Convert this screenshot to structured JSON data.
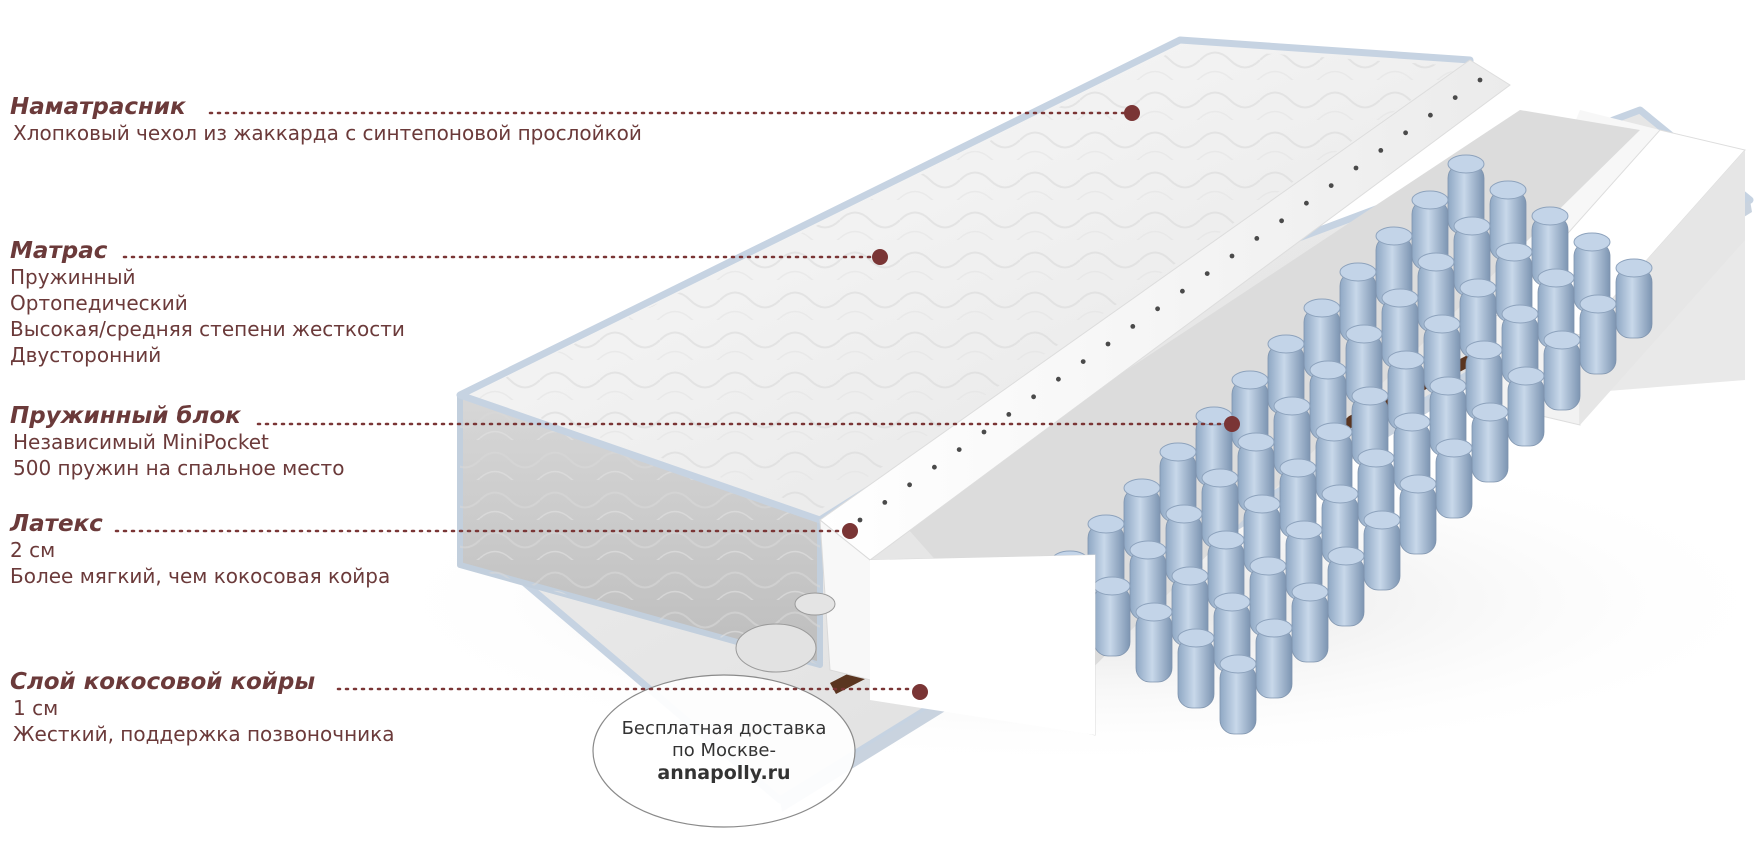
{
  "colors": {
    "label_text": "#6b3a3a",
    "leader_dot": "#7a3535",
    "spring_blue": "#aec4dc",
    "foam_white": "#f6f6f6",
    "coir_brown": "#5a3520"
  },
  "layers": [
    {
      "title": "Наматрасник",
      "lines": [
        "Хлопковый чехол из жаккарда с синтепоновой прослойкой"
      ]
    },
    {
      "title": "Матрас",
      "lines": [
        "Пружинный",
        "Ортопедический",
        "Высокая/средняя степени жесткости",
        "Двусторонний"
      ]
    },
    {
      "title": "Пружинный блок",
      "lines": [
        "Независимый MiniPocket",
        "500 пружин на спальное место"
      ]
    },
    {
      "title": "Латекс",
      "lines": [
        "2 см",
        "Более мягкий, чем кокосовая койра"
      ]
    },
    {
      "title": "Слой кокосовой койры",
      "lines": [
        "1 см",
        "Жесткий, поддержка позвоночника"
      ]
    }
  ],
  "promo": {
    "line1": "Бесплатная доставка",
    "line2": "по Москве-",
    "site": "annapolly.ru"
  }
}
